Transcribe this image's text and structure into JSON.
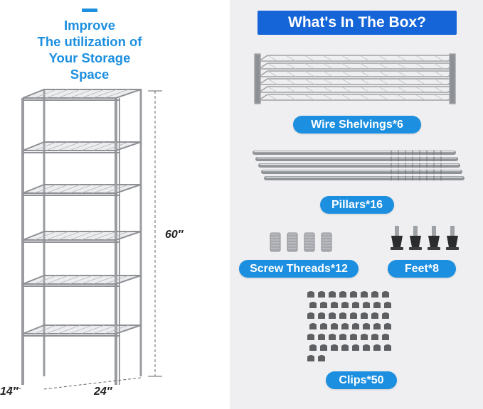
{
  "left_panel": {
    "headline_lines": [
      "Improve",
      "The utilization of",
      "Your Storage",
      "Space"
    ],
    "dimensions": {
      "height": "60″",
      "depth": "14″",
      "width": "24″"
    }
  },
  "right_panel": {
    "banner_title": "What's In The Box?",
    "items": {
      "wire_shelvings": "Wire Shelvings*6",
      "pillars": "Pillars*16",
      "screw_threads": "Screw Threads*12",
      "feet": "Feet*8",
      "clips": "Clips*50"
    }
  },
  "colors": {
    "accent": "#1c8fe0",
    "banner": "#1565d8",
    "panel_bg": "#efeff1"
  }
}
